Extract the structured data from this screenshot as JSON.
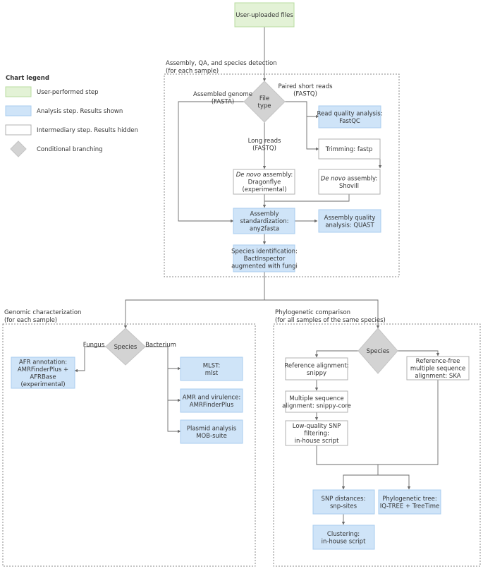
{
  "colors": {
    "user_fill": "#e3f2d6",
    "user_stroke": "#b8dca0",
    "analysis_fill": "#cfe4f8",
    "analysis_stroke": "#a9cdef",
    "intermediary_fill": "#ffffff",
    "intermediary_stroke": "#b0b0b0",
    "diamond_fill": "#d3d3d3",
    "line": "#6b6b6b",
    "dashed": "#8a8a8a",
    "text": "#333333"
  },
  "legend": {
    "title": "Chart legend",
    "user_step": "User-performed step",
    "analysis_step": "Analysis step. Results shown",
    "intermediary_step": "Intermediary step. Results hidden",
    "conditional": "Conditional branching"
  },
  "nodes": {
    "uploaded": [
      "User-uploaded files"
    ],
    "file_type": [
      "File",
      "type"
    ],
    "assembled_label": [
      "Assembled genome",
      "(FASTA)"
    ],
    "paired_label": [
      "Paired short reads",
      "(FASTQ)"
    ],
    "long_label": [
      "Long reads",
      "(FASTQ)"
    ],
    "read_quality": [
      "Read quality analysis:",
      "FastQC"
    ],
    "trimming": [
      "Trimming: fastp"
    ],
    "dragonflye": [
      "De novo assembly:",
      "Dragonflye",
      "(experimental)"
    ],
    "shovill": [
      "De novo assembly:",
      "Shovill"
    ],
    "standardization": [
      "Assembly",
      "standardization:",
      "any2fasta"
    ],
    "quast": [
      "Assembly quality",
      "analysis: QUAST"
    ],
    "species_id": [
      "Species identification:",
      "BactInspector",
      "augmented with fungi"
    ],
    "species_genomic": [
      "Species"
    ],
    "fungus_label": [
      "Fungus"
    ],
    "bacterium_label": [
      "Bacterium"
    ],
    "afr": [
      "AFR annotation:",
      "AMRFinderPlus +",
      "AFRBase",
      "(experimental)"
    ],
    "mlst": [
      "MLST:",
      "mlst"
    ],
    "amr": [
      "AMR and virulence:",
      "AMRFinderPlus"
    ],
    "plasmid": [
      "Plasmid analysis",
      "MOB-suite"
    ],
    "species_phylo": [
      "Species"
    ],
    "ref_align": [
      "Reference alignment:",
      "snippy"
    ],
    "ref_free": [
      "Reference-free",
      "multiple sequence",
      "alignment: SKA"
    ],
    "msa": [
      "Multiple sequence",
      "alignment: snippy-core"
    ],
    "snp_filter": [
      "Low-quality SNP",
      "filtering:",
      "in-house script"
    ],
    "snp_dist": [
      "SNP distances:",
      "snp-sites"
    ],
    "phylo_tree": [
      "Phylogenetic tree:",
      "IQ-TREE + TreeTime"
    ],
    "clustering": [
      "Clustering:",
      "in-house script"
    ]
  },
  "sections": {
    "assembly": [
      "Assembly, QA, and species detection",
      "(for each sample)"
    ],
    "genomic": [
      "Genomic characterization",
      "(for each sample)"
    ],
    "phylo": [
      "Phylogenetic comparison",
      "(for all samples of the same species)"
    ]
  }
}
